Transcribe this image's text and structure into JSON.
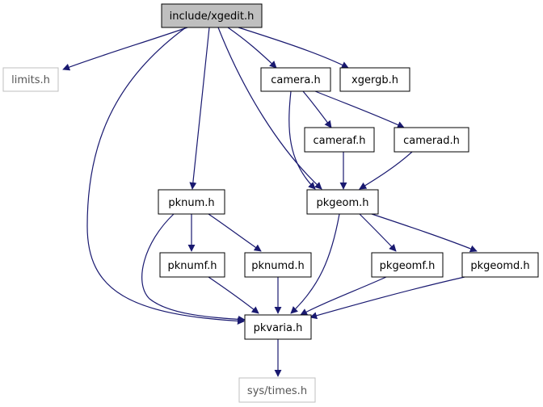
{
  "graph": {
    "nodes": {
      "xgedit": "include/xgedit.h",
      "limits": "limits.h",
      "camera": "camera.h",
      "xgergb": "xgergb.h",
      "cameraf": "cameraf.h",
      "camerad": "camerad.h",
      "pknum": "pknum.h",
      "pkgeom": "pkgeom.h",
      "pknumf": "pknumf.h",
      "pknumd": "pknumd.h",
      "pkgeomf": "pkgeomf.h",
      "pkgeomd": "pkgeomd.h",
      "pkvaria": "pkvaria.h",
      "systimes": "sys/times.h"
    },
    "colors": {
      "edge": "#191970",
      "root_fill": "#bfbfbf",
      "node_border": "#000000",
      "external_border": "#bfbfbf",
      "external_text": "#555555"
    }
  }
}
